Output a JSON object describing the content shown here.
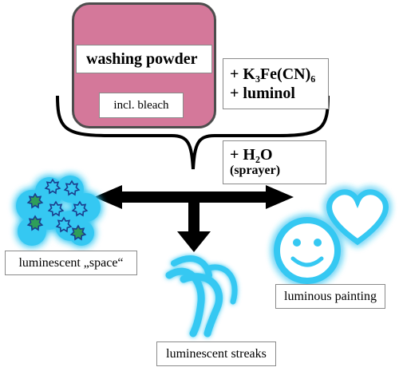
{
  "source": {
    "title": "washing powder",
    "sublabel": "incl. bleach"
  },
  "reagents": {
    "line1": "+ K₃Fe(CN)₆",
    "line2": "+ luminol"
  },
  "water": {
    "line1": "+ H₂O",
    "line2": "(sprayer)"
  },
  "outcomes": {
    "space": "luminescent „space“",
    "painting": "luminous painting",
    "streaks": "luminescent streaks"
  },
  "colors": {
    "jar_fill": "#d4789a",
    "glow": "#36c8f2",
    "star_fill": "#2e9e5a",
    "arrow": "#000000"
  },
  "icons": [
    "star-cluster-icon",
    "smiley-icon",
    "heart-icon",
    "streaks-icon"
  ]
}
